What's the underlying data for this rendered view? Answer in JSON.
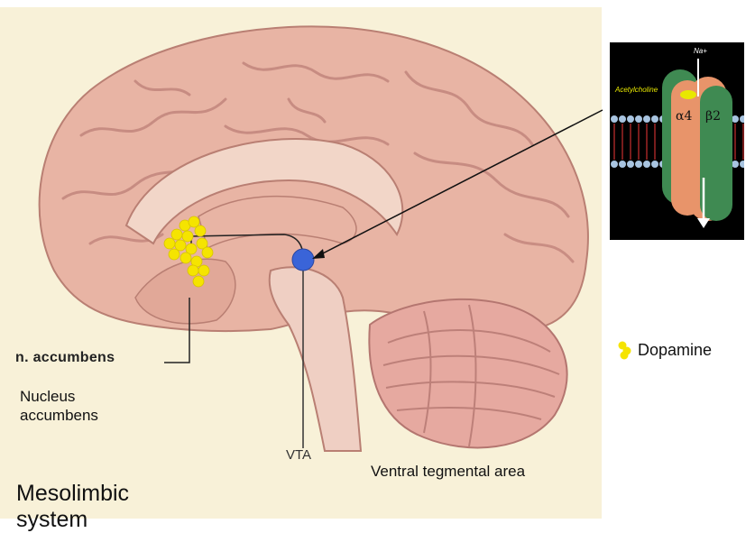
{
  "labels": {
    "n_accumbens_tag": "n. accumbens",
    "nucleus_accumbens": "Nucleus accumbens",
    "vta": "VTA",
    "ventral_tegmental_area": "Ventral tegmental area",
    "system_title": "Mesolimbic system"
  },
  "legend": {
    "dopamine": "Dopamine"
  },
  "receptor": {
    "ion": "Na+",
    "ligand": "Acetylcholine",
    "subunit_a": "α4",
    "subunit_b": "β2"
  },
  "colors": {
    "background_panel": "#f8f1d8",
    "brain": "#e8b4a4",
    "dopamine": "#f5e400",
    "vta_marker": "#3a64d8",
    "receptor_green": "#3f8a52",
    "receptor_orange": "#e8946a"
  }
}
